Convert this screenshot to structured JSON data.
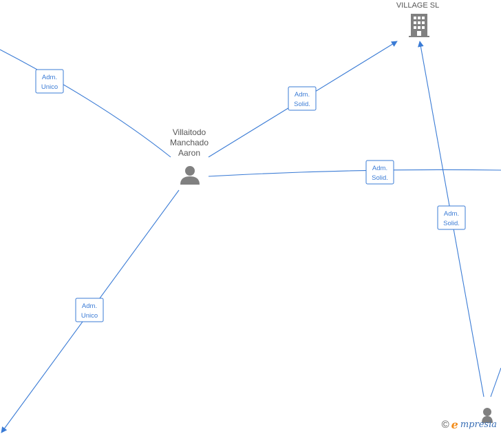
{
  "company": {
    "name": "VILLAGE  SL",
    "icon": "building-icon"
  },
  "person": {
    "name_lines": [
      "Villaitodo",
      "Manchado",
      "Aaron"
    ],
    "icon": "person-icon"
  },
  "edges": [
    {
      "lines": [
        "Adm.",
        "Unico"
      ]
    },
    {
      "lines": [
        "Adm.",
        "Solid."
      ]
    },
    {
      "lines": [
        "Adm.",
        "Solid."
      ]
    },
    {
      "lines": [
        "Adm.",
        "Solid."
      ]
    },
    {
      "lines": [
        "Adm.",
        "Unico"
      ]
    }
  ],
  "watermark": {
    "copyright": "©",
    "brand_first": "e",
    "brand_rest": "mpresia"
  },
  "colors": {
    "edge": "#3a7bd5",
    "node": "#808080",
    "brand_accent": "#f28c1a",
    "brand_text": "#3a6fb5"
  }
}
